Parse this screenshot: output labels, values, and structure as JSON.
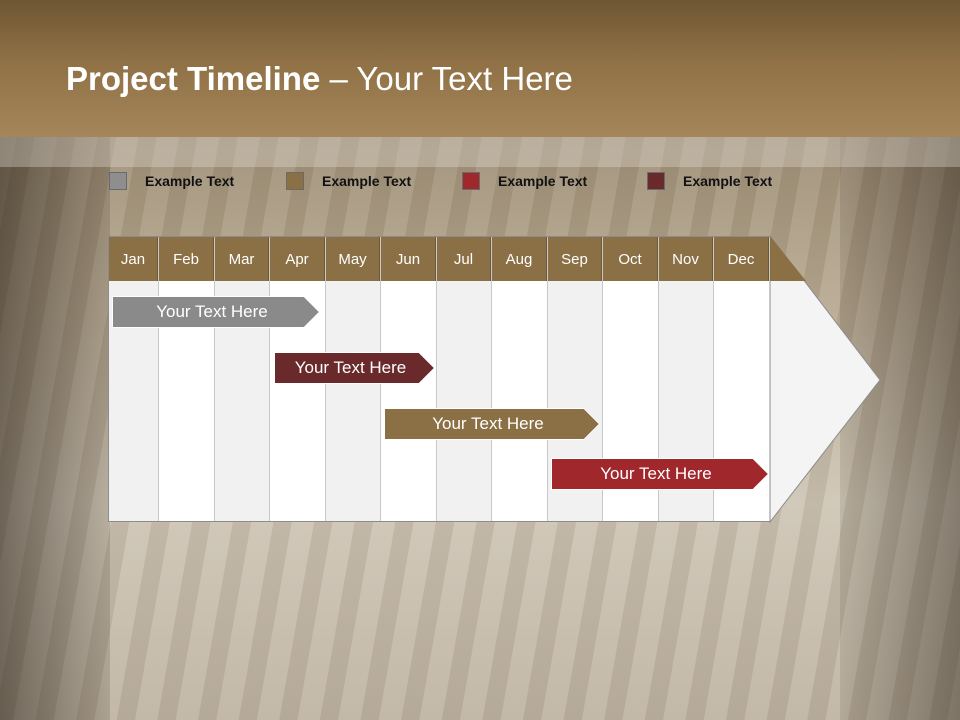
{
  "title": {
    "bold": "Project Timeline",
    "rest": " – Your Text Here"
  },
  "legend": [
    {
      "label": "Example Text",
      "color": "#8e8e8e"
    },
    {
      "label": "Example Text",
      "color": "#8b6f45"
    },
    {
      "label": "Example Text",
      "color": "#a0282c"
    },
    {
      "label": "Example Text",
      "color": "#6a2a2c"
    }
  ],
  "months": [
    "Jan",
    "Feb",
    "Mar",
    "Apr",
    "May",
    "Jun",
    "Jul",
    "Aug",
    "Sep",
    "Oct",
    "Nov",
    "Dec"
  ],
  "tasks": [
    {
      "label": "Your  Text Here",
      "color": "#8a8a8a",
      "start": "Jan",
      "end": "Apr"
    },
    {
      "label": "Your  Text Here",
      "color": "#6a2a2c",
      "start": "Apr",
      "end": "Jun"
    },
    {
      "label": "Your  Text Here",
      "color": "#8b6f45",
      "start": "Jun",
      "end": "Sep"
    },
    {
      "label": "Your  Text Here",
      "color": "#a0282c",
      "start": "Sep",
      "end": "Dec"
    }
  ],
  "colors": {
    "header": "#8b6f45",
    "accent": "#8b6f45"
  }
}
